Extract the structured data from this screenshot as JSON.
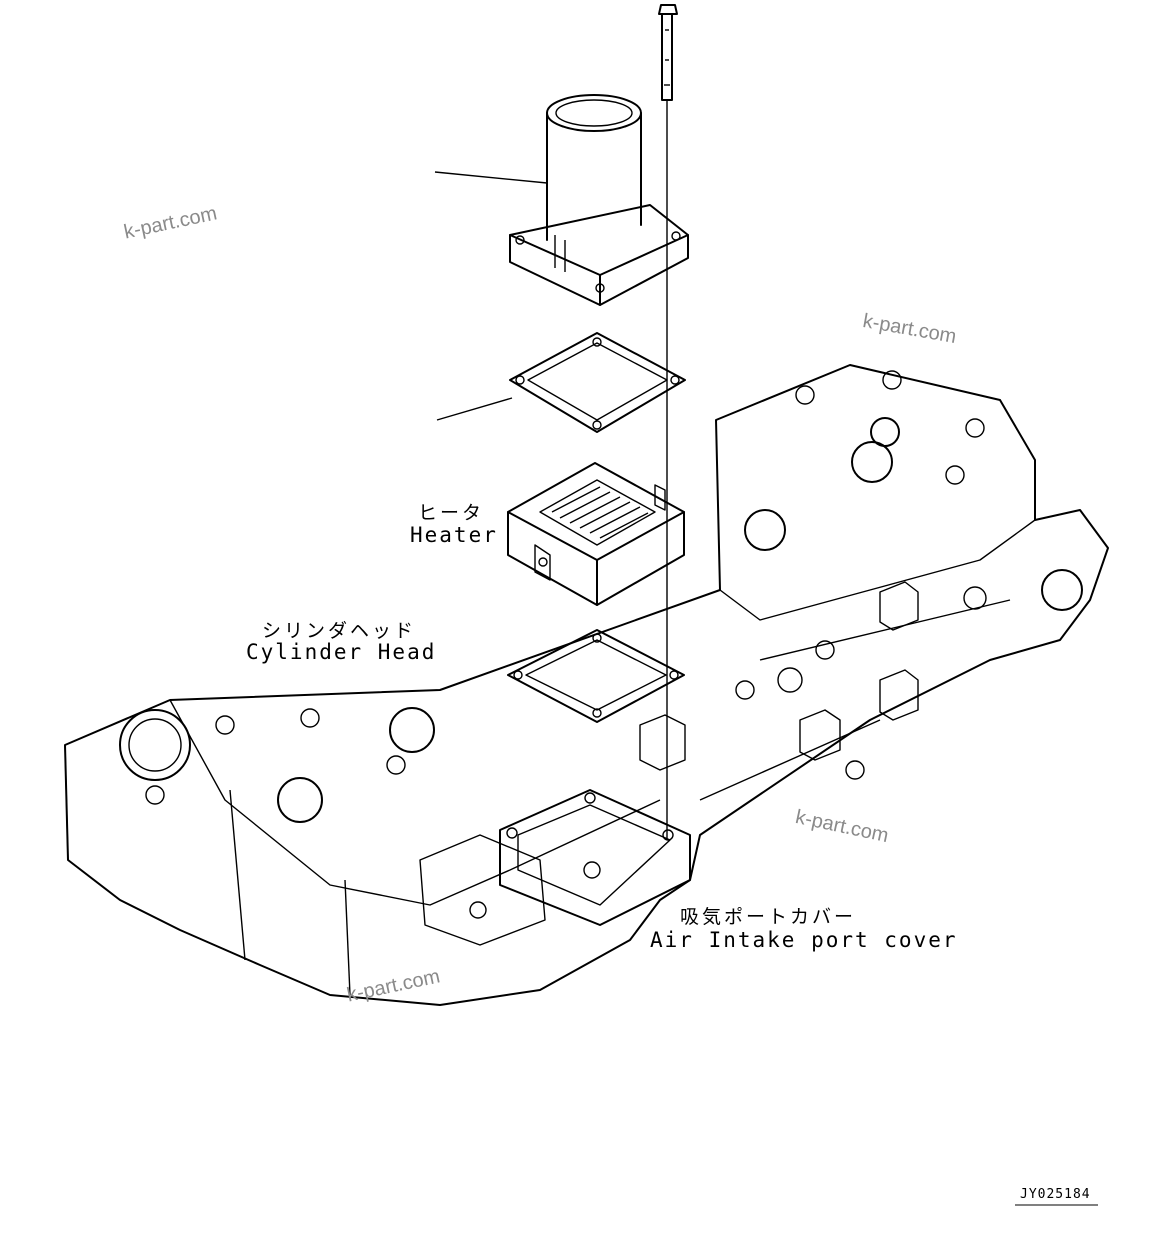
{
  "labels": {
    "heater_jp": "ヒータ",
    "heater_en": "Heater",
    "cylinder_head_jp": "シリンダヘッド",
    "cylinder_head_en": "Cylinder Head",
    "intake_cover_jp": "吸気ポートカバー",
    "intake_cover_en": "Air Intake port cover"
  },
  "watermark": "k-part.com",
  "document_id": "JY025184"
}
